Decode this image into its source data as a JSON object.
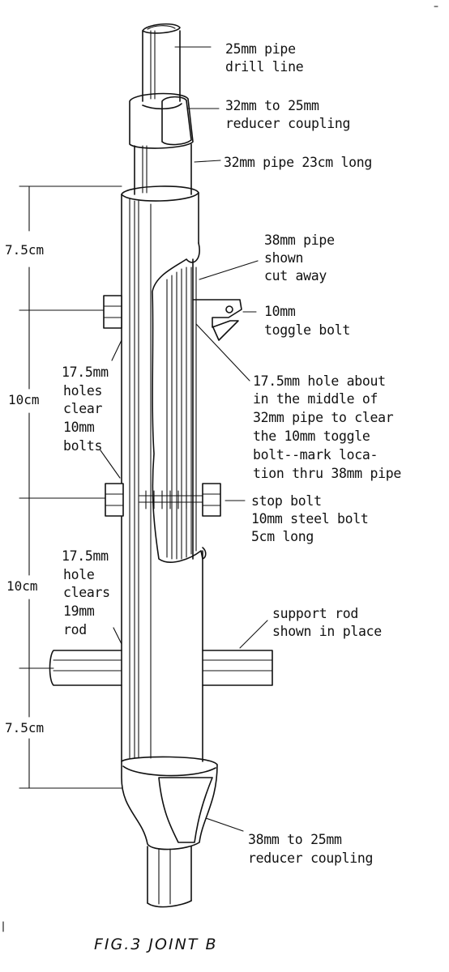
{
  "labels": {
    "pipe25_a": "25mm pipe",
    "pipe25_b": "drill line",
    "reducer32_a": "32mm to 25mm",
    "reducer32_b": "reducer coupling",
    "pipe32": "32mm pipe 23cm long",
    "pipe38_a": "38mm pipe",
    "pipe38_b": "shown",
    "pipe38_c": "cut away",
    "toggle_a": "10mm",
    "toggle_b": "toggle bolt",
    "hole_a": "17.5mm hole about",
    "hole_b": "in the middle of",
    "hole_c": "32mm pipe to clear",
    "hole_d": "the 10mm toggle",
    "hole_e": "bolt--mark loca-",
    "hole_f": "tion thru 38mm pipe",
    "holes_a": "17.5mm",
    "holes_b": "holes",
    "holes_c": "clear",
    "holes_d": "10mm",
    "holes_e": "bolts",
    "stop_a": "stop bolt",
    "stop_b": "10mm steel bolt",
    "stop_c": "5cm long",
    "rodhole_a": "17.5mm",
    "rodhole_b": "hole",
    "rodhole_c": "clears",
    "rodhole_d": "19mm",
    "rodhole_e": "rod",
    "support_a": "support rod",
    "support_b": "shown in place",
    "reducer38_a": "38mm to 25mm",
    "reducer38_b": "reducer coupling"
  },
  "dimensions": {
    "d1": "7.5cm",
    "d2": "10cm",
    "d3": "10cm",
    "d4": "7.5cm"
  },
  "caption": "FIG.3 JOINT B"
}
